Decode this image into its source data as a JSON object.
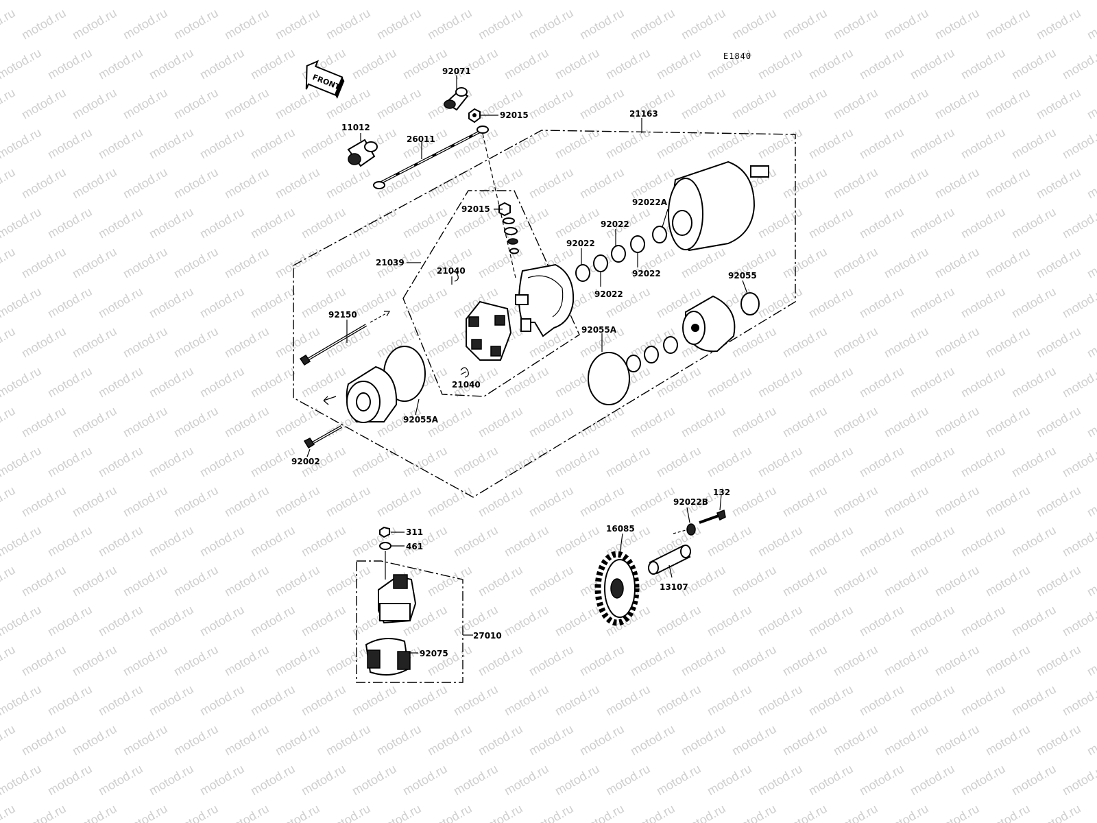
{
  "watermark": "motod.ru",
  "diagram_code": "E1840",
  "front_label": "FRONT",
  "labels": {
    "p92071": "92071",
    "p92015_top": "92015",
    "p11012": "11012",
    "p26011": "26011",
    "p21163": "21163",
    "p92015_mid": "92015",
    "p21039": "21039",
    "p21040_top": "21040",
    "p21040_bot": "21040",
    "p92150": "92150",
    "p92055A_left": "92055A",
    "p92002": "92002",
    "p92022A": "92022A",
    "p92022_a": "92022",
    "p92022_b": "92022",
    "p92022_c": "92022",
    "p92022_d": "92022",
    "p92055": "92055",
    "p92055A_right": "92055A",
    "p311": "311",
    "p461": "461",
    "p27010": "27010",
    "p92075": "92075",
    "p92022B": "92022B",
    "p132": "132",
    "p16085": "16085",
    "p13107": "13107"
  }
}
